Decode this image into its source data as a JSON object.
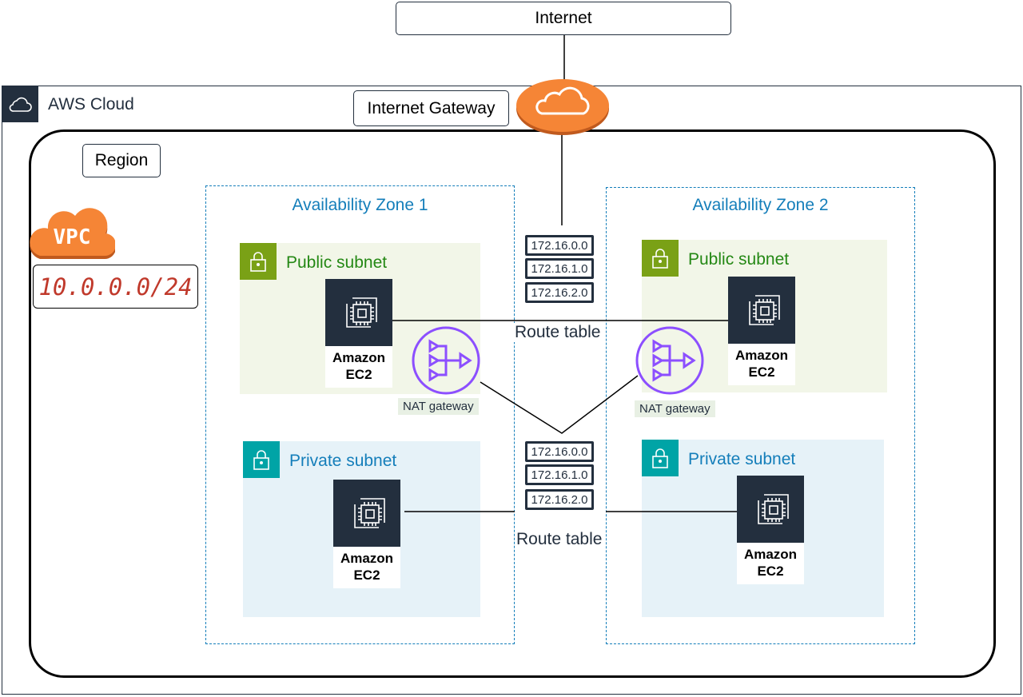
{
  "internet": {
    "label": "Internet"
  },
  "internet_gateway": {
    "label": "Internet Gateway",
    "icon": "cloud-icon",
    "color": "#f58536"
  },
  "aws_cloud": {
    "label": "AWS Cloud",
    "icon": "cloud-outline-icon"
  },
  "region": {
    "label": "Region"
  },
  "vpc": {
    "badge": "VPC",
    "cidr": "10.0.0.0/24",
    "color": "#f58536"
  },
  "availability_zones": [
    {
      "label": "Availability Zone 1",
      "public_subnet": {
        "label": "Public subnet",
        "ec2": {
          "line1": "Amazon",
          "line2": "EC2"
        }
      },
      "nat_gateway": {
        "label": "NAT gateway"
      },
      "private_subnet": {
        "label": "Private subnet",
        "ec2": {
          "line1": "Amazon",
          "line2": "EC2"
        }
      }
    },
    {
      "label": "Availability Zone 2",
      "public_subnet": {
        "label": "Public subnet",
        "ec2": {
          "line1": "Amazon",
          "line2": "EC2"
        }
      },
      "nat_gateway": {
        "label": "NAT gateway"
      },
      "private_subnet": {
        "label": "Private subnet",
        "ec2": {
          "line1": "Amazon",
          "line2": "EC2"
        }
      }
    }
  ],
  "route_tables": [
    {
      "label": "Route table",
      "entries": [
        "172.16.0.0",
        "172.16.1.0",
        "172.16.2.0"
      ]
    },
    {
      "label": "Route table",
      "entries": [
        "172.16.0.0",
        "172.16.1.0",
        "172.16.2.0"
      ]
    }
  ],
  "colors": {
    "az_border": "#147eba",
    "public_subnet": "#7aa116",
    "private_subnet": "#00a4a6",
    "nat": "#8c4fff",
    "ec2": "#232f3e"
  }
}
